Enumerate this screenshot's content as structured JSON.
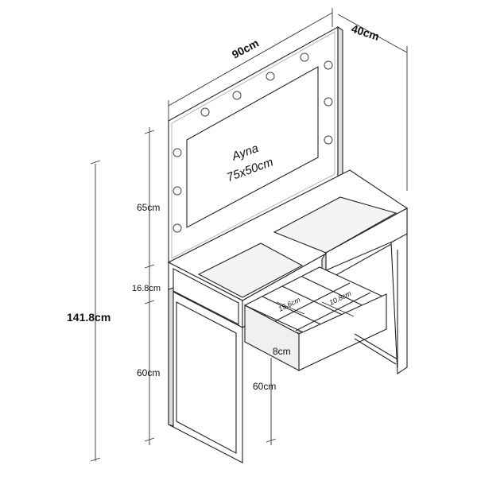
{
  "dimensions": {
    "width": "90cm",
    "depth": "40cm",
    "total_height": "141.8cm",
    "mirror_height": "65cm",
    "table_top_height": "16.8cm",
    "leg_height": "60cm",
    "leg_height_front": "60cm",
    "drawer_height": "8cm",
    "compartment_a": "15.6cm",
    "compartment_b": "10.8cm"
  },
  "mirror": {
    "title": "Ayna",
    "size": "75x50cm"
  },
  "colors": {
    "line": "#222222",
    "frame": "#d8d8d8",
    "fill": "#ffffff"
  }
}
